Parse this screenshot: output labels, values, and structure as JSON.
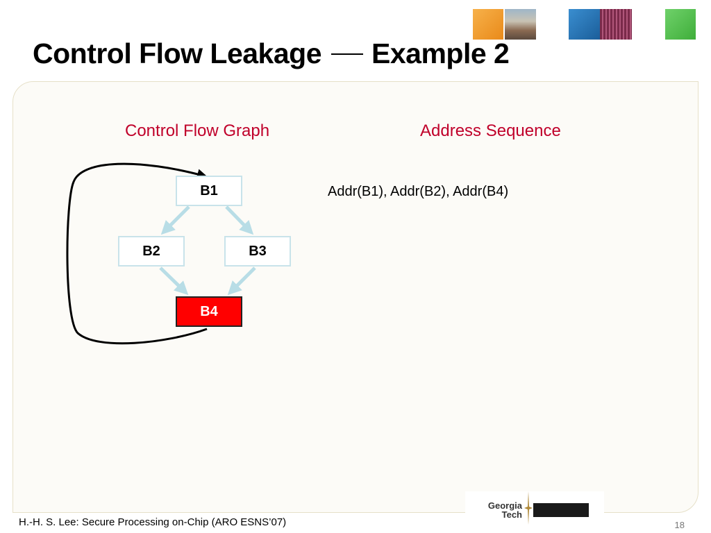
{
  "slide": {
    "title_left": "Control Flow Leakage",
    "title_right": "Example 2",
    "footer": "H.-H. S. Lee: Secure Processing on-Chip (ARO ESNS’07)",
    "page_number": "18"
  },
  "diagram": {
    "left_heading": "Control Flow Graph",
    "right_heading": "Address Sequence",
    "nodes": {
      "b1": "B1",
      "b2": "B2",
      "b3": "B3",
      "b4": "B4"
    },
    "address_sequence": "Addr(B1), Addr(B2), Addr(B4)",
    "edges": [
      {
        "from": "B1",
        "to": "B2"
      },
      {
        "from": "B1",
        "to": "B3"
      },
      {
        "from": "B2",
        "to": "B4"
      },
      {
        "from": "B3",
        "to": "B4"
      },
      {
        "from": "B4",
        "to": "B1"
      }
    ],
    "highlight_node": "B4",
    "colors": {
      "heading": "#c0002a",
      "highlight": "#ff0000",
      "edge": "#b8dde6"
    }
  },
  "logo": {
    "line1": "Georgia",
    "line2": "Tech"
  }
}
